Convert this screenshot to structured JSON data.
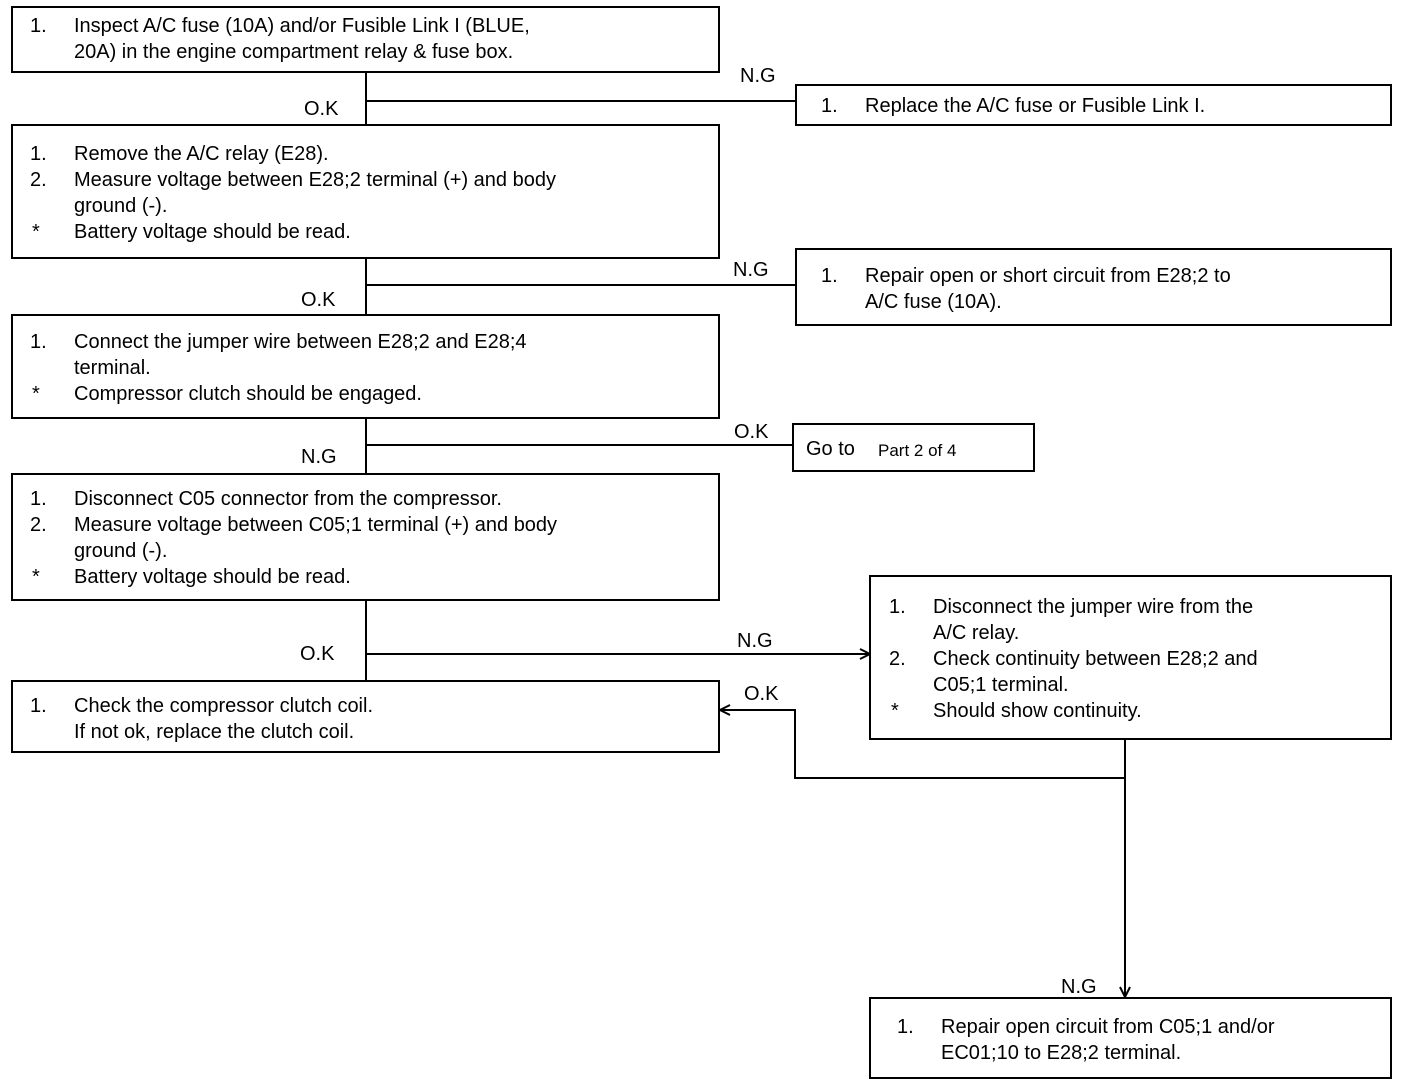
{
  "step1": {
    "items": [
      {
        "marker": "1.",
        "lines": [
          "Inspect A/C fuse (10A) and/or Fusible Link I (BLUE,",
          "20A) in the engine compartment relay & fuse box."
        ]
      }
    ]
  },
  "fix1": {
    "items": [
      {
        "marker": "1.",
        "lines": [
          "Replace the A/C fuse or Fusible Link I."
        ]
      }
    ]
  },
  "step2": {
    "items": [
      {
        "marker": "1.",
        "lines": [
          "Remove the A/C relay (E28)."
        ]
      },
      {
        "marker": "2.",
        "lines": [
          "Measure voltage between E28;2 terminal (+) and body",
          "ground (-)."
        ]
      },
      {
        "marker": "*",
        "lines": [
          "Battery voltage should be read."
        ]
      }
    ]
  },
  "fix2": {
    "items": [
      {
        "marker": "1.",
        "lines": [
          "Repair open or short circuit from E28;2  to",
          "A/C fuse (10A)."
        ]
      }
    ]
  },
  "step3": {
    "items": [
      {
        "marker": "1.",
        "lines": [
          "Connect the jumper wire between E28;2 and E28;4",
          "terminal."
        ]
      },
      {
        "marker": "*",
        "lines": [
          "Compressor clutch should be engaged."
        ]
      }
    ]
  },
  "goto": {
    "prefix": "Go to",
    "target": "Part 2 of 4"
  },
  "step4": {
    "items": [
      {
        "marker": "1.",
        "lines": [
          "Disconnect C05 connector from the compressor."
        ]
      },
      {
        "marker": "2.",
        "lines": [
          "Measure voltage between C05;1 terminal (+) and body",
          "ground (-)."
        ]
      },
      {
        "marker": "*",
        "lines": [
          "Battery voltage should be read."
        ]
      }
    ]
  },
  "step5": {
    "items": [
      {
        "marker": "1.",
        "lines": [
          "Disconnect the jumper wire from the",
          "A/C relay."
        ]
      },
      {
        "marker": "2.",
        "lines": [
          "Check continuity between E28;2 and",
          " C05;1 terminal."
        ]
      },
      {
        "marker": "*",
        "lines": [
          "Should show continuity."
        ]
      }
    ]
  },
  "fix3": {
    "items": [
      {
        "marker": "1.",
        "lines": [
          "Check the compressor clutch coil.",
          "If not ok, replace the clutch coil."
        ]
      }
    ]
  },
  "fix4": {
    "items": [
      {
        "marker": "1.",
        "lines": [
          "Repair open circuit from C05;1 and/or",
          "EC01;10 to E28;2 terminal."
        ]
      }
    ]
  },
  "labels": {
    "ng1": "N.G",
    "ok1": "O.K",
    "ng2": "N.G",
    "ok2": "O.K",
    "ok3": "O.K",
    "ng3": "N.G",
    "ok4": "O.K",
    "ng4": "N.G",
    "ok5": "O.K",
    "ng5": "N.G"
  }
}
